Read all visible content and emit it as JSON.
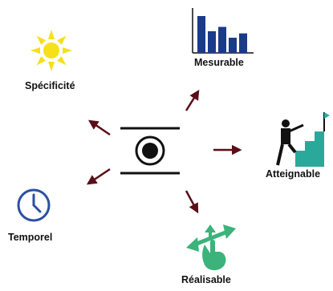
{
  "labels": {
    "specificite": "Spécificité",
    "mesurable": "Mesurable",
    "atteignable": "Atteignable",
    "realisable": "Réalisable",
    "temporel": "Temporel"
  },
  "colors": {
    "arrow": "#5a0e18",
    "sun": "#f5e01a",
    "chart_bars": "#1a3a8a",
    "stairs": "#2aa89a",
    "clock": "#2b4fa3",
    "hand_arrows": "#3bb37a",
    "text": "#111111"
  },
  "icons": {
    "center": "target-icon",
    "specificite": "sun-icon",
    "mesurable": "bar-chart-icon",
    "atteignable": "stairs-flag-icon",
    "realisable": "hand-arrows-icon",
    "temporel": "clock-icon"
  },
  "mesurable_chart": {
    "bar_values": [
      85,
      50,
      60,
      35,
      45
    ]
  }
}
